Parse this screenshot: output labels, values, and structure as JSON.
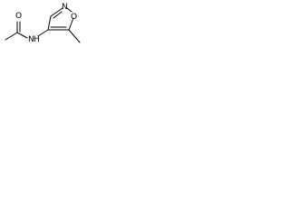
{
  "molecule": {
    "atoms": {
      "carbonyl_oxygen": "O",
      "amide_nitrogen": "N",
      "amide_hydrogen": "H",
      "ring_nitrogen": "N",
      "ring_oxygen": "O"
    },
    "colors": {
      "bond": "#000000",
      "label": "#000000",
      "background": "#ffffff"
    }
  }
}
